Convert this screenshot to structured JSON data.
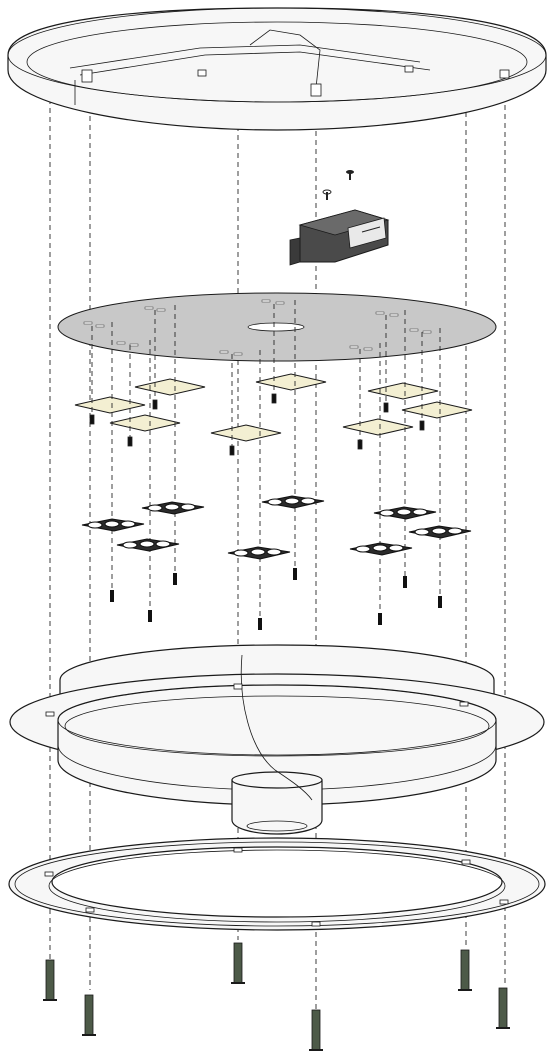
{
  "figure": {
    "kind": "exploded assembly drawing",
    "components": [
      "top-ring",
      "driver-screws",
      "led-driver-box",
      "mounting-plate",
      "led-modules",
      "module-screws",
      "lens-holders",
      "holder-screws",
      "main-housing",
      "bottom-ring",
      "mounting-pins"
    ],
    "colors": {
      "line": "#1a1a1a",
      "mounting_plate": "#c8c8c8",
      "driver_box": "#4a4a4a",
      "led_module": "#f3efd2",
      "pin": "#4d5a48",
      "housing": "#f7f7f7"
    },
    "led_module_count": 8,
    "lens_holder_count": 8,
    "mounting_pin_count": 6
  }
}
